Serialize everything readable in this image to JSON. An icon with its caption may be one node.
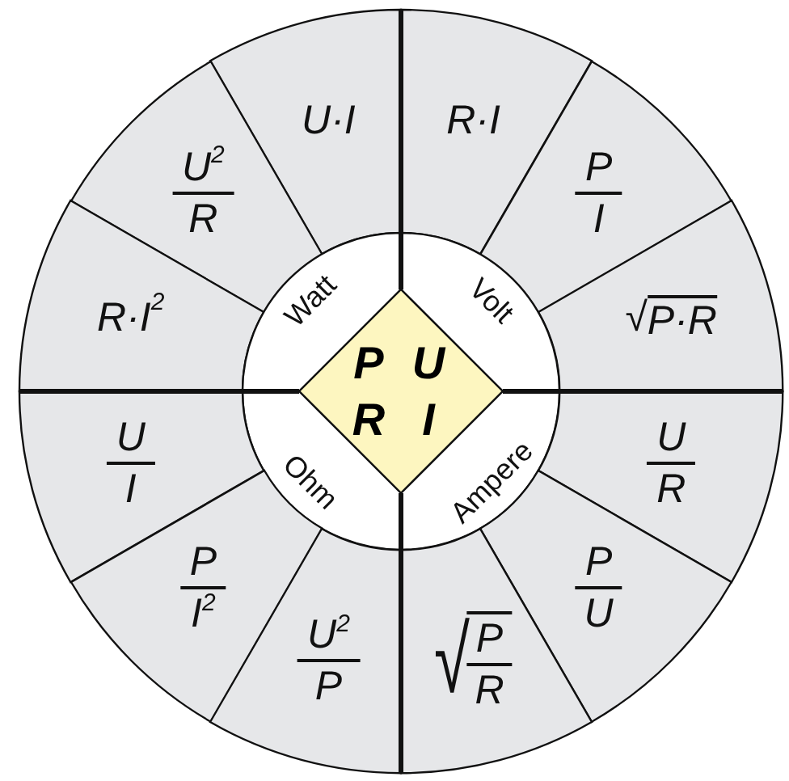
{
  "diagram": {
    "nodes": [
      {
        "text": [
          "U·I"
        ]
      },
      {
        "text": [
          "R·I"
        ]
      },
      {
        "text": [
          "U$^{2}$",
          "R"
        ]
      },
      {
        "text": [
          "P",
          "I"
        ]
      },
      {
        "text": [
          "R·I$^{2}$"
        ]
      },
      {
        "text": [
          "√",
          "P·R"
        ]
      },
      {
        "text": [
          "Watt"
        ]
      },
      {
        "text": [
          "Volt"
        ]
      },
      {
        "text": [
          "P",
          "U",
          "R",
          "I"
        ]
      },
      {
        "text": [
          "Ohm"
        ]
      },
      {
        "text": [
          "Ampere"
        ]
      },
      {
        "text": [
          "U",
          "I"
        ]
      },
      {
        "text": [
          "U",
          "R"
        ]
      },
      {
        "text": [
          "P",
          "I$^{2}$"
        ]
      },
      {
        "text": [
          "P",
          "U"
        ]
      },
      {
        "text": [
          "U$^{2}$",
          "P"
        ]
      },
      {
        "text": [
          "√",
          "P",
          "R"
        ]
      }
    ]
  }
}
